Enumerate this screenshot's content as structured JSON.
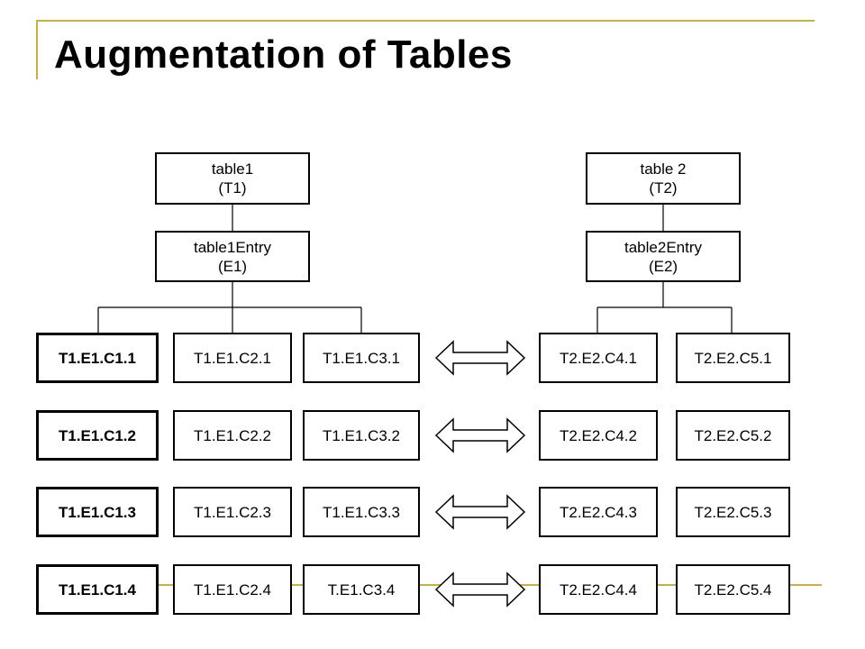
{
  "slide": {
    "title": "Augmentation of Tables"
  },
  "colors": {
    "accent": "#c8b040",
    "box_border": "#000000",
    "background": "#ffffff"
  },
  "diagram": {
    "table1": {
      "name": "table1",
      "abbr": "(T1)"
    },
    "entry1": {
      "name": "table1Entry",
      "abbr": "(E1)"
    },
    "table2": {
      "name": "table 2",
      "abbr": "(T2)"
    },
    "entry2": {
      "name": "table2Entry",
      "abbr": "(E2)"
    },
    "rows": [
      {
        "c1": "T1.E1.C1.1",
        "c2": "T1.E1.C2.1",
        "c3": "T1.E1.C3.1",
        "c4": "T2.E2.C4.1",
        "c5": "T2.E2.C5.1"
      },
      {
        "c1": "T1.E1.C1.2",
        "c2": "T1.E1.C2.2",
        "c3": "T1.E1.C3.2",
        "c4": "T2.E2.C4.2",
        "c5": "T2.E2.C5.2"
      },
      {
        "c1": "T1.E1.C1.3",
        "c2": "T1.E1.C2.3",
        "c3": "T1.E1.C3.3",
        "c4": "T2.E2.C4.3",
        "c5": "T2.E2.C5.3"
      },
      {
        "c1": "T1.E1.C1.4",
        "c2": "T1.E1.C2.4",
        "c3": "T.E1.C3.4",
        "c4": "T2.E2.C4.4",
        "c5": "T2.E2.C5.4"
      }
    ]
  }
}
